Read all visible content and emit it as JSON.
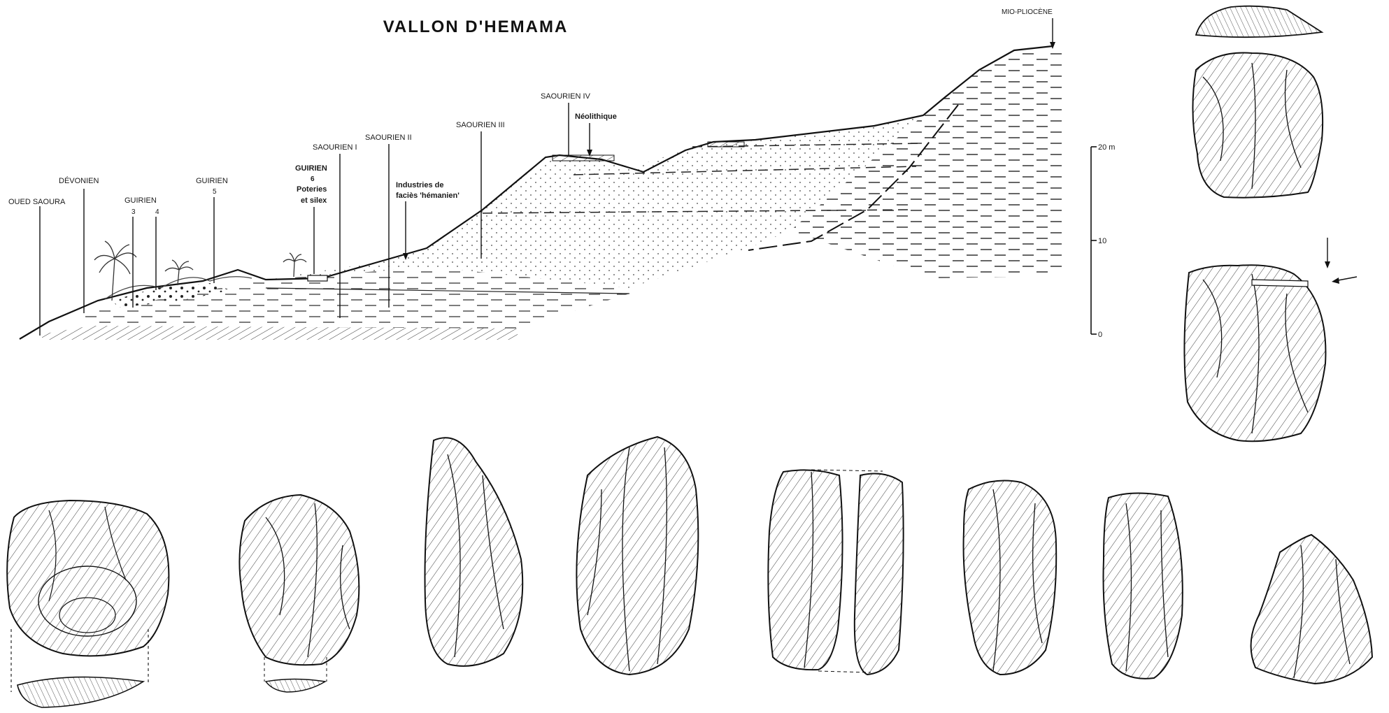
{
  "figure": {
    "title": "VALLON D'HEMAMA"
  },
  "section": {
    "labels": {
      "oued_saoura": "OUED SAOURA",
      "devonien": "DÉVONIEN",
      "guirien": "GUIRIEN",
      "guirien_3": "3",
      "guirien_4": "4",
      "guirien_5_label": "GUIRIEN",
      "guirien_5": "5",
      "guirien_6_label": "GUIRIEN",
      "guirien_6_num": "6",
      "guirien_6_line1": "Poteries",
      "guirien_6_line2": "et silex",
      "saourien_1": "SAOURIEN I",
      "saourien_2": "SAOURIEN II",
      "industries_line1": "Industries de",
      "industries_line2": "faciès 'hémanien'",
      "saourien_3": "SAOURIEN III",
      "saourien_4": "SAOURIEN IV",
      "neolithique": "Néolithique",
      "mio_pliocene": "MIO-PLIOCÈNE"
    }
  },
  "scale_bar": {
    "top_label": "20 m",
    "mid_label": "10",
    "bottom_label": "0"
  },
  "artifacts": {
    "count": 12,
    "style": "hatched lithic drawings"
  }
}
